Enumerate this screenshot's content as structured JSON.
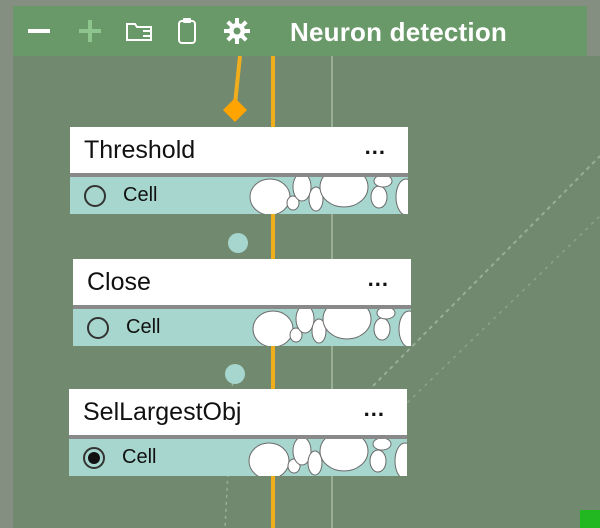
{
  "header": {
    "title": "Neuron detection",
    "tools": [
      {
        "name": "collapse",
        "icon": "minus-icon"
      },
      {
        "name": "add",
        "icon": "plus-icon"
      },
      {
        "name": "folder",
        "icon": "folder-icon"
      },
      {
        "name": "clipboard",
        "icon": "clipboard-icon"
      },
      {
        "name": "settings",
        "icon": "gear-icon"
      }
    ]
  },
  "colors": {
    "header_bg": "#699969",
    "canvas_bg": "#70896f",
    "port_bg": "#a6d6cd",
    "connection": "#f0ad1c",
    "anchor": "#ffa400"
  },
  "nodes": [
    {
      "name": "Threshold",
      "menu": "...",
      "port": {
        "label": "Cell",
        "selected": false
      }
    },
    {
      "name": "Close",
      "menu": "...",
      "port": {
        "label": "Cell",
        "selected": false
      }
    },
    {
      "name": "SelLargestObj",
      "menu": "...",
      "port": {
        "label": "Cell",
        "selected": true
      }
    }
  ]
}
